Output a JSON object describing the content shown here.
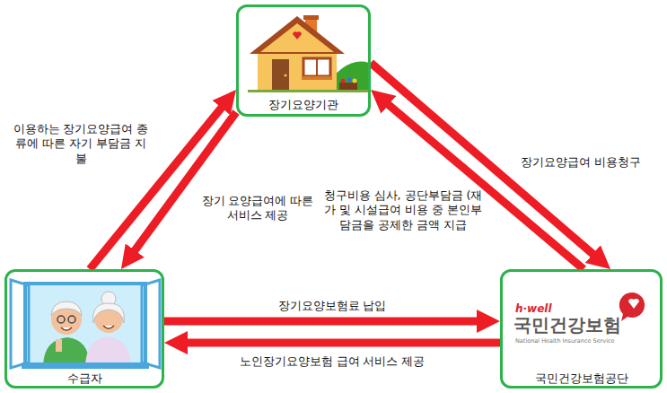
{
  "diagram": {
    "nodes": [
      {
        "text": [
          "장기요양기관"
        ]
      },
      {
        "text": [
          "수급자"
        ]
      },
      {
        "text": [
          "h·well",
          "국민건강보험",
          "National Health Insurance Service",
          "국민건강보험공단"
        ]
      }
    ],
    "edges": [
      {
        "from": 1,
        "to": 0,
        "arrow": "to",
        "label": "이용하는 장기요양급여 종류에 따른 자기 부담금 지불"
      },
      {
        "from": 0,
        "to": 1,
        "arrow": "to",
        "label": "장기 요양급여에 따른 서비스 제공"
      },
      {
        "from": 0,
        "to": 2,
        "arrow": "to",
        "label": "장기요양급여 비용청구"
      },
      {
        "from": 2,
        "to": 0,
        "arrow": "to",
        "label": "청구비용 심사, 공단부담금 (재가 및 시설급여 비용 중 본인부담금을 공제한 금액 지급"
      },
      {
        "from": 1,
        "to": 2,
        "arrow": "to",
        "label": "장기요양보험료 납입"
      },
      {
        "from": 2,
        "to": 1,
        "arrow": "to",
        "label": "노인장기요양보험 급여 서비스 제공"
      }
    ]
  }
}
